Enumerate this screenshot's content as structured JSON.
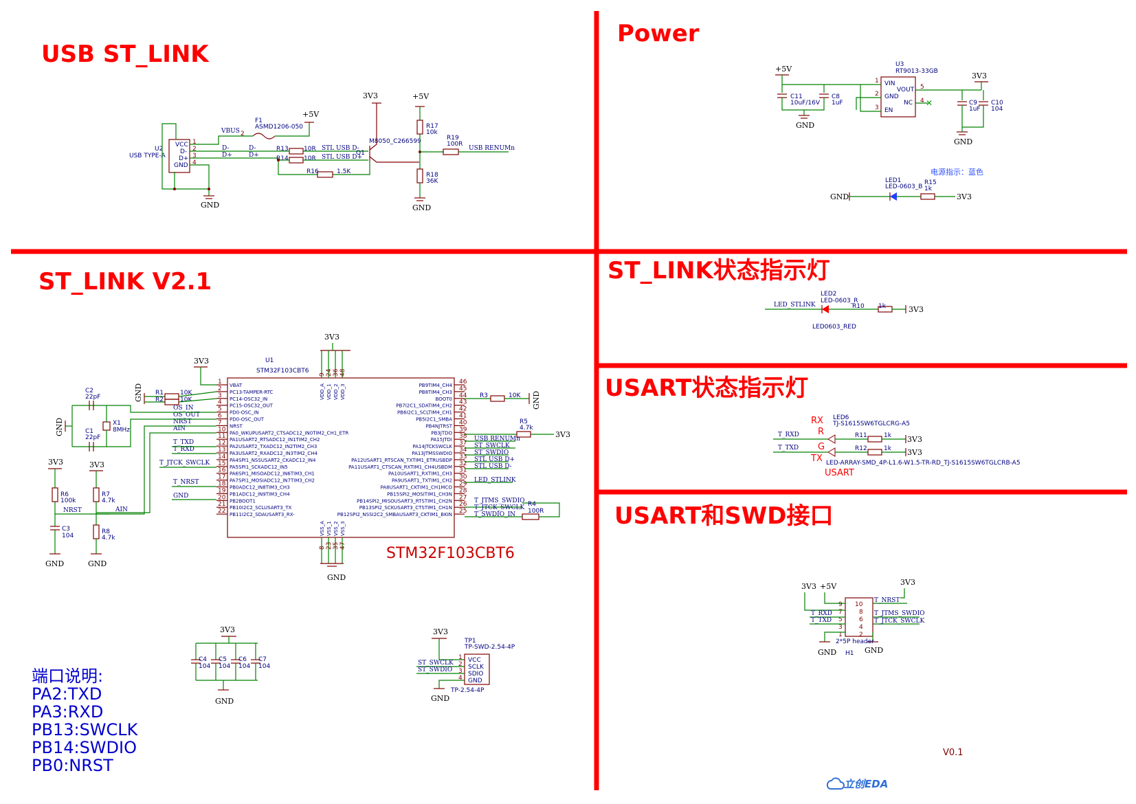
{
  "sections": {
    "usb_st_link": "USB ST_LINK",
    "power": "Power",
    "st_link_v21": "ST_LINK V2.1",
    "st_link_led": "ST_LINK状态指示灯",
    "usart_led": "USART状态指示灯",
    "usart_swd": "USART和SWD接口"
  },
  "port_notes": {
    "title": "端口说明:",
    "lines": [
      "PA2:TXD",
      "PA3:RXD",
      "PB13:SWCLK",
      "PB14:SWDIO",
      "PB0:NRST"
    ]
  },
  "usb": {
    "u2_ref": "U2",
    "u2_name": "USB TYPE-A",
    "pins": [
      "VCC",
      "D-",
      "D+",
      "GND"
    ],
    "pin_nums": [
      "1",
      "2",
      "3",
      "4"
    ],
    "f1_ref": "F1",
    "f1_val": "ASMD1206-050",
    "vbus": "VBUS",
    "vbus_pin": "2",
    "p5v": "+5V",
    "p5v_b": "+5V",
    "p3v3": "3V3",
    "dminus": "D-",
    "dplus": "D+",
    "dminus2": "D-",
    "dplus2": "D+",
    "r13": "R13",
    "r13_val": "10R",
    "r14": "R14",
    "r14_val": "10R",
    "stl_dm": "STL USB D-",
    "stl_dp": "STL USB D+",
    "r16": "R16",
    "r16_val": "1.5K",
    "q1": "Q1",
    "q1_val": "M8050_C266599",
    "r17": "R17",
    "r17_val": "10k",
    "r18": "R18",
    "r18_val": "36K",
    "r19": "R19",
    "r19_val": "100R",
    "renum": "USB RENUMn",
    "gnd1": "GND",
    "gnd2": "GND"
  },
  "power": {
    "p5v": "+5V",
    "c11": "C11",
    "c11_val": "10uF/16V",
    "c8": "C8",
    "c8_val": "1uF",
    "u3": "U3",
    "u3_val": "RT9013-33GB",
    "vin": "VIN",
    "gndp": "GND",
    "en": "EN",
    "vout": "VOUT",
    "nc": "NC",
    "n1": "1",
    "n2": "2",
    "n3": "3",
    "n5": "5",
    "n4": "4",
    "p3v3": "3V3",
    "c9": "C9",
    "c9_val": "1uF",
    "c10": "C10",
    "c10_val": "104",
    "gnd1": "GND",
    "gnd2": "GND",
    "led_note": "电源指示：蓝色",
    "led1": "LED1",
    "led1_val": "LED-0603_B",
    "r15": "R15",
    "r15_val": "1k",
    "gnd3": "GND",
    "p3v3b": "3V3"
  },
  "stled": {
    "net": "LED_STLINK",
    "led2": "LED2",
    "led2_val": "LED-0603_R",
    "led2_pkg": "LED0603_RED",
    "r10": "R10",
    "r10_val": "1k",
    "p3v3": "3V3"
  },
  "usartled": {
    "rx": "RX",
    "tx": "TX",
    "r": "R",
    "g": "G",
    "usart": "USART",
    "led6": "LED6",
    "led6_val": "TJ-S1615SW6TGLCRG-A5",
    "t_rxd": "T_RXD",
    "t_txd": "T_TXD",
    "r11": "R11",
    "r11_val": "1k",
    "r12": "R12",
    "r12_val": "1k",
    "p3v3a": "3V3",
    "p3v3b": "3V3",
    "pkg": "LED-ARRAY-SMD_4P-L1.6-W1.5-TR-RD_TJ-S1615SW6TGLCRB-A5"
  },
  "header": {
    "p3v3": "3V3",
    "p5v": "+5V",
    "p3v3b": "3V3",
    "left_nums": [
      "9",
      "7",
      "5",
      "3",
      "1"
    ],
    "right_nums": [
      "10",
      "8",
      "6",
      "4",
      "2"
    ],
    "t_nrst": "T_NRST",
    "t_rxd": "T_RXD",
    "t_txd": "T_TXD",
    "t_jtms": "T_JTMS_SWDIO",
    "t_jtck": "T_JTCK_SWCLK",
    "name": "2*5P header",
    "ref": "H1",
    "gnd1": "GND",
    "gnd2": "GND"
  },
  "mcu": {
    "ref": "U1",
    "val": "STM32F103CBT6",
    "big": "STM32F103CBT6",
    "v3v3": "3V3",
    "v3v3_top": "3V3",
    "gnd_bot": "GND",
    "vdd_top": [
      "VDD_A",
      "VDD_1",
      "VDD_2",
      "VDD_3"
    ],
    "vdd_nums": [
      "9",
      "24",
      "36",
      "48"
    ],
    "vss_bot": [
      "VSS_A",
      "VSS_1",
      "VSS_2",
      "VSS_3"
    ],
    "vss_nums": [
      "8",
      "23",
      "35",
      "47"
    ],
    "left_pins": [
      "VBAT",
      "PC13-TAMPER-RTC",
      "PC14-OSC32_IN",
      "PC15-OSC32_OUT",
      "PD0-OSC_IN",
      "PD0-OSC_OUT",
      "NRST",
      "PA0_WKUPUSART2_CTSADC12_IN0TIM2_CH1_ETR",
      "PA1USART2_RTSADC12_IN1TIM2_CH2",
      "PA2USART2_TXADC12_IN2TIM2_CH3",
      "PA3USART2_RXADC12_IN3TIM2_CH4",
      "PA4SPI1_NSSUSART2_CKADC12_IN4",
      "PA5SPI1_SCKADC12_IN5",
      "PA6SPI1_MISOADC12_IN6TIM3_CH1",
      "PA7SPI1_MOSIADC12_IN7TIM3_CH2",
      "PB0ADC12_IN8TIM3_CH3",
      "PB1ADC12_IN9TIM3_CH4",
      "PB2BOOT1",
      "PB10I2C2_SCLUSART3_TX",
      "PB11I2C2_SDAUSART3_RX-"
    ],
    "left_nums": [
      "1",
      "2",
      "3",
      "4",
      "5",
      "6",
      "7",
      "10",
      "11",
      "12",
      "13",
      "14",
      "15",
      "16",
      "17",
      "18",
      "19",
      "20",
      "21",
      "22"
    ],
    "right_pins": [
      "PB9TIM4_CH4",
      "PB8TIM4_CH3",
      "BOOT0",
      "PB7I2C1_SDATIM4_CH2",
      "PB6I2C1_SCLTIM4_CH1",
      "PB5I2C1_SMBA",
      "PB4NJTRST",
      "PB3JTDO",
      "PA15JTDI",
      "PA14JTCKSWCLK",
      "PA13JTMSSWDIO",
      "PA12USART1_RTSCAN_TXTIM1_ETRUSBDP",
      "PA11USART1_CTSCAN_RXTIM1_CH4USBDM",
      "PA10USART1_RXTIM1_CH3",
      "PA9USART1_TXTIM1_CH2",
      "PA8USART1_CKTIM1_CH1MCO",
      "PB15SPI2_MOSITIM1_CH3N",
      "PB14SPI2_MISOUSART3_RTSTIM1_CH2N",
      "PB13SPI2_SCKUSART3_CTSTIM1_CH1N",
      "PB12SPI2_NSSI2C2_SMBAUSART3_CKTIM1_BKIN"
    ],
    "right_nums": [
      "46",
      "45",
      "44",
      "43",
      "42",
      "41",
      "40",
      "39",
      "38",
      "37",
      "34",
      "33",
      "32",
      "31",
      "30",
      "29",
      "28",
      "27",
      "26",
      "25"
    ],
    "left_nets": {
      "os_in": "OS_IN",
      "os_out": "OS_OUT",
      "nrst": "NRST",
      "ain": "AIN",
      "t_txd": "T_TXD",
      "t_rxd": "T_RXD",
      "t_jtck": "T_JTCK_SWCLK",
      "t_nrst": "T_NRST",
      "gnd": "GND"
    },
    "right_nets": {
      "renum": "USB RENUMn",
      "st_swclk": "ST_SWCLK",
      "st_swdio": "ST_SWDIO",
      "stl_dp": "STL USB D+",
      "stl_dm": "STL USB D-",
      "led_stlink": "LED_STLINK",
      "t_jtms": "T_JTMS_SWDIO",
      "t_jtck": "T_JTCK_SWCLK",
      "t_swdio_in": "T_SWDIO_IN"
    },
    "r1": "R1",
    "r1_val": "10K",
    "r2": "R2",
    "r2_val": "10K",
    "gnd_r": "GND",
    "r3": "R3",
    "r3_val": "10K",
    "gnd_r3": "GND",
    "r5": "R5",
    "r5_val": "4.7k",
    "p3v3_r5": "3V3",
    "r4": "R4",
    "r4_val": "100R",
    "c2": "C2",
    "c2_val": "22pF",
    "c1": "C1",
    "c1_val": "22pF",
    "x1": "X1",
    "x1_val": "8MHz",
    "gnd_x": "GND",
    "r6": "R6",
    "r6_val": "100k",
    "c3": "C3",
    "c3_val": "104",
    "nrst": "NRST",
    "r7": "R7",
    "r7_val": "4.7k",
    "r8": "R8",
    "r8_val": "4.7k",
    "ain": "AIN",
    "v3v3_a": "3V3",
    "v3v3_b": "3V3",
    "gnd_a": "GND",
    "gnd_b": "GND"
  },
  "decaps": {
    "p3v3": "3V3",
    "caps": [
      "C4",
      "C5",
      "C6",
      "C7"
    ],
    "vals": [
      "104",
      "104",
      "104",
      "104"
    ],
    "gnd": "GND"
  },
  "tp": {
    "p3v3": "3V3",
    "ref": "TP1",
    "val": "TP-SWD-2.54-4P",
    "pins": [
      "VCC",
      "SCLK",
      "SDIO",
      "GND"
    ],
    "nums": [
      "1",
      "2",
      "3",
      "4"
    ],
    "swclk": "ST_SWCLK",
    "swdio": "ST_SWDIO",
    "pkg": "TP-2.54-4P",
    "gnd": "GND"
  },
  "footer": {
    "version": "V0.1",
    "logo": "立创EDA"
  },
  "colors": {
    "divider": "#ff0000",
    "wire": "#008000",
    "symbol": "#800000",
    "label": "#000080",
    "note": "#0000cc"
  }
}
